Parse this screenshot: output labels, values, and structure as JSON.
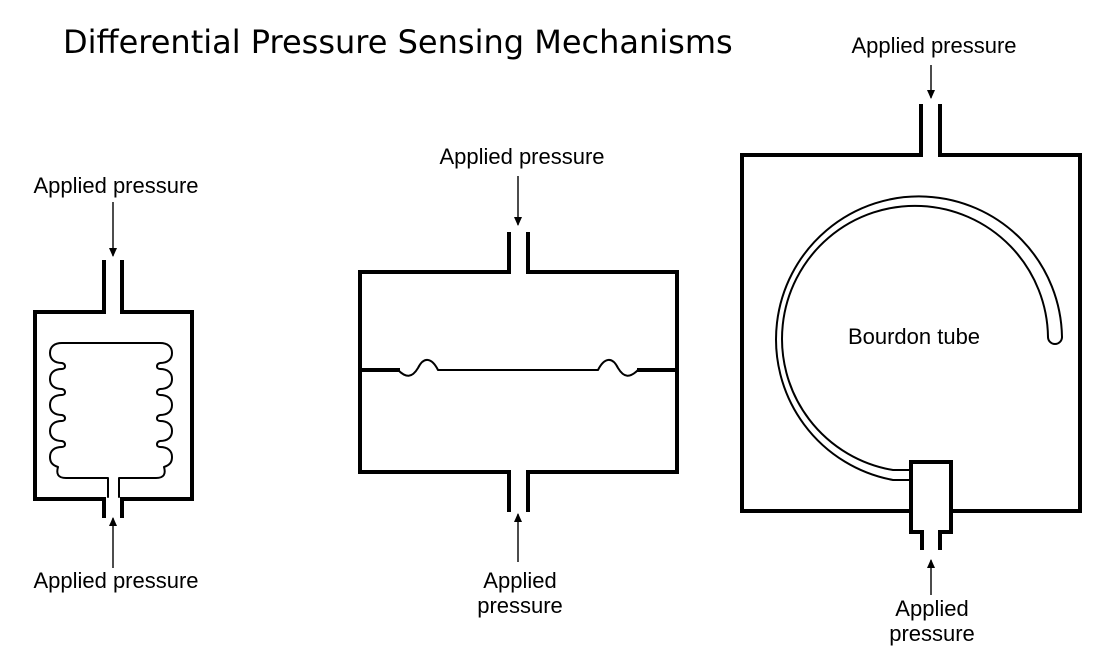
{
  "title": "Differential Pressure Sensing Mechanisms",
  "mechanisms": [
    {
      "type": "bellows",
      "top_label": "Applied pressure",
      "bottom_label": "Applied pressure"
    },
    {
      "type": "diaphragm",
      "top_label": "Applied pressure",
      "bottom_label_lines": [
        "Applied",
        "pressure"
      ]
    },
    {
      "type": "bourdon",
      "top_label": "Applied pressure",
      "tube_label": "Bourdon tube",
      "bottom_label_lines": [
        "Applied",
        "pressure"
      ]
    }
  ]
}
